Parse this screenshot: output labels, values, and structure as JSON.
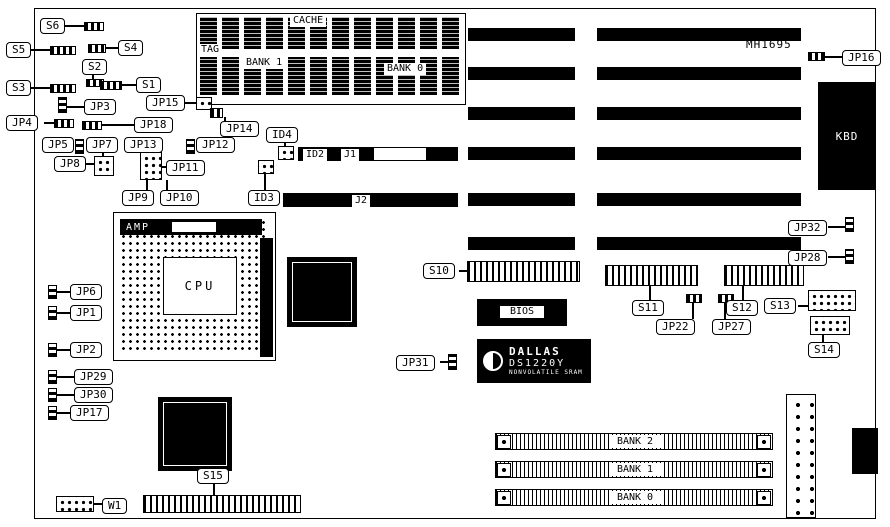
{
  "meta": {
    "model_text": "MH1695"
  },
  "chips": {
    "cache_title": "CACHE",
    "tag": "TAG",
    "cache_bank1": "BANK 1",
    "cache_bank0": "BANK 0",
    "kbd": "KBD",
    "amp": "AMP",
    "cpu": "CPU",
    "bios": "BIOS",
    "dallas_brand": "DALLAS",
    "dallas_model": "DS1220Y",
    "dallas_subtext": "NONVOLATILE SRAM"
  },
  "connectors": {
    "id2": "ID2",
    "j1": "J1",
    "j2": "J2",
    "simm": [
      "BANK 2",
      "BANK 1",
      "BANK 0"
    ]
  },
  "callouts": {
    "s1": "S1",
    "s2": "S2",
    "s3": "S3",
    "s4": "S4",
    "s5": "S5",
    "s6": "S6",
    "s10": "S10",
    "s11": "S11",
    "s12": "S12",
    "s13": "S13",
    "s14": "S14",
    "s15": "S15",
    "jp1": "JP1",
    "jp2": "JP2",
    "jp3": "JP3",
    "jp4": "JP4",
    "jp5": "JP5",
    "jp6": "JP6",
    "jp7": "JP7",
    "jp8": "JP8",
    "jp9": "JP9",
    "jp10": "JP10",
    "jp11": "JP11",
    "jp12": "JP12",
    "jp13": "JP13",
    "jp14": "JP14",
    "jp15": "JP15",
    "jp16": "JP16",
    "jp17": "JP17",
    "jp18": "JP18",
    "jp22": "JP22",
    "jp27": "JP27",
    "jp28": "JP28",
    "jp29": "JP29",
    "jp30": "JP30",
    "jp31": "JP31",
    "jp32": "JP32",
    "id3": "ID3",
    "id4": "ID4",
    "w1": "W1"
  }
}
